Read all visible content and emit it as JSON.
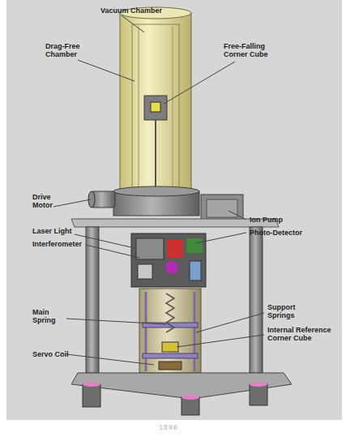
{
  "diagram": {
    "labels": [
      "Vacuum Chamber",
      "Drag-Free Chamber",
      "Free-Falling Corner Cube",
      "Drive Motor",
      "Ion Pump",
      "Photo-Detector",
      "Laser Light",
      "Interferometer",
      "Support Springs",
      "Internal Reference Corner Cube",
      "Main Spring",
      "Servo Coil",
      "1896"
    ]
  }
}
